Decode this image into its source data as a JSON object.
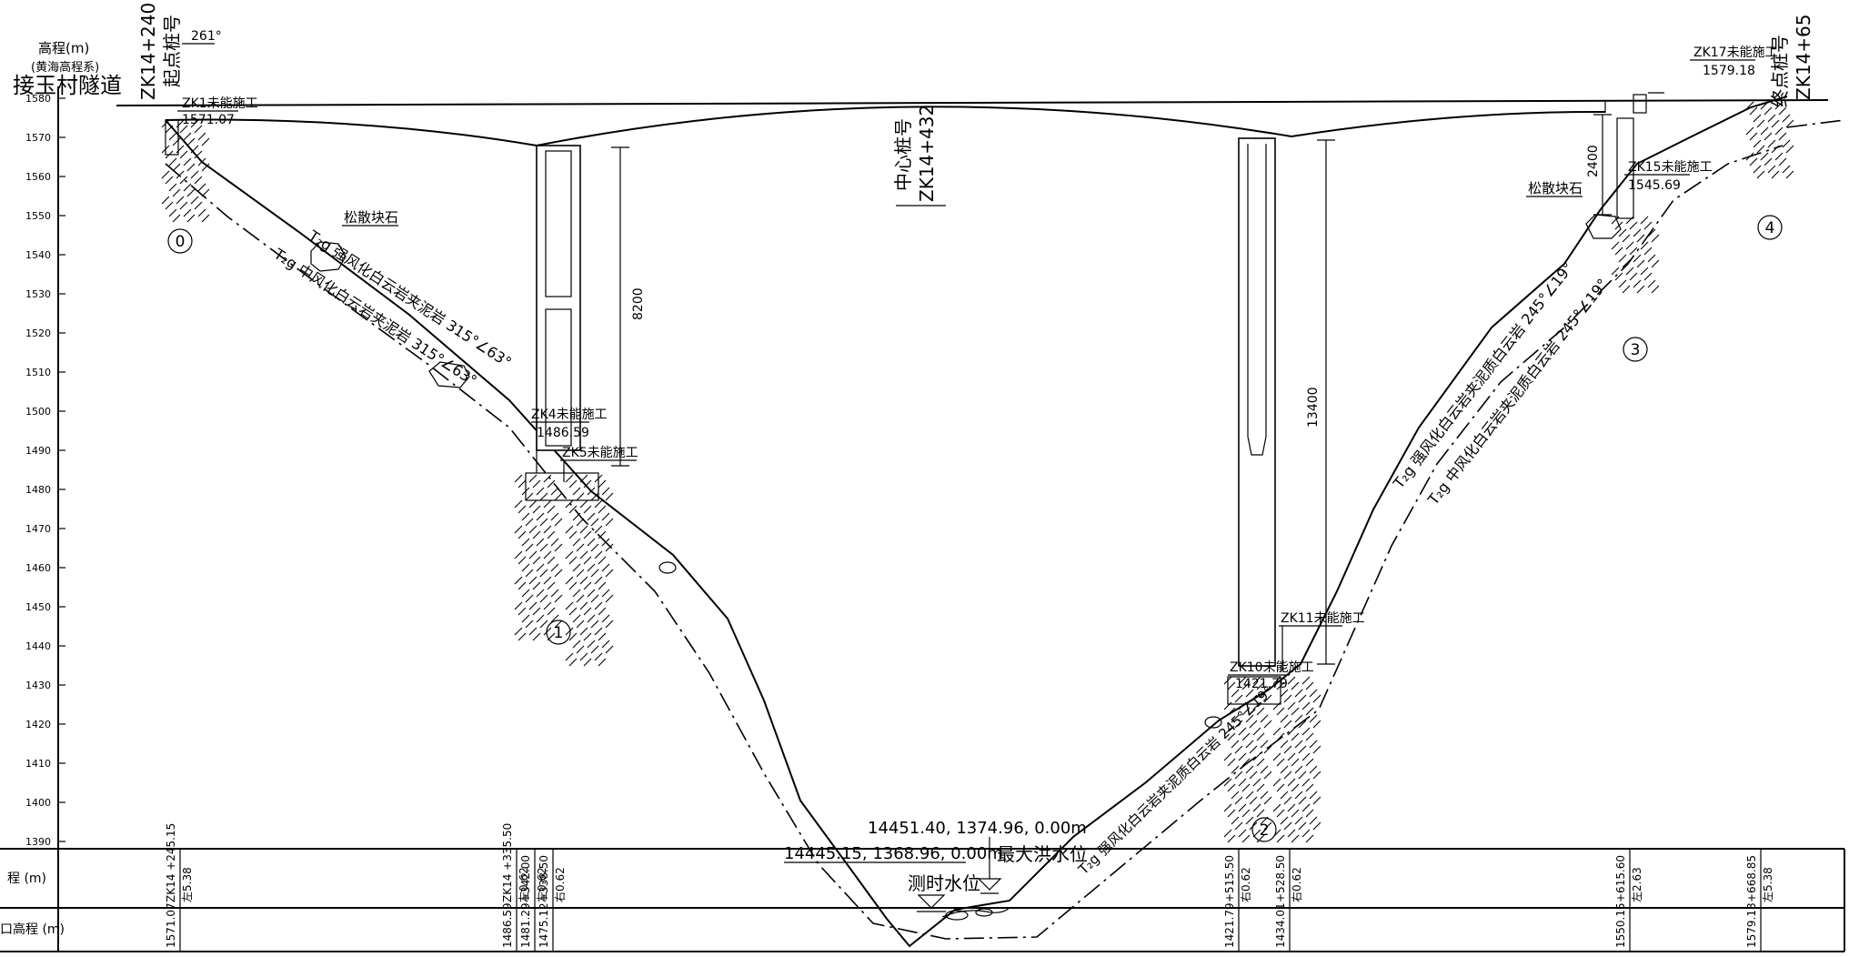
{
  "axis": {
    "title": "高程(m)",
    "subtitle": "(黄海高程系)",
    "ticks": [
      "1580",
      "1570",
      "1560",
      "1550",
      "1540",
      "1530",
      "1520",
      "1510",
      "1500",
      "1490",
      "1480",
      "1470",
      "1460",
      "1450",
      "1440",
      "1430",
      "1420",
      "1410",
      "1400",
      "1390"
    ]
  },
  "tunnel_label": "接玉村隧道",
  "start_station": {
    "code": "ZK14+240",
    "label": "起点桩号",
    "bearing": "261°"
  },
  "end_station": {
    "code": "ZK14+65",
    "label": "终点桩号"
  },
  "center_station": {
    "label": "中心桩号",
    "code": "ZK14+432"
  },
  "boreholes": [
    {
      "id": "zk1",
      "name": "ZK1未能施工",
      "elev": "1571.07"
    },
    {
      "id": "zk4",
      "name": "ZK4未能施工",
      "elev": "1486.59"
    },
    {
      "id": "zk5",
      "name": "ZK5未能施工",
      "elev": ""
    },
    {
      "id": "zk10",
      "name": "ZK10未能施工",
      "elev": "1421.79"
    },
    {
      "id": "zk11",
      "name": "ZK11未能施工",
      "elev": ""
    },
    {
      "id": "zk15",
      "name": "ZK15未能施工",
      "elev": "1545.69"
    },
    {
      "id": "zk17",
      "name": "ZK17未能施工",
      "elev": "1579.18"
    }
  ],
  "loose_rock": "松散块石",
  "strata": {
    "left_upper": "T₂g 强风化白云岩夹泥岩 315°∠63°",
    "left_lower": "T₂g 中风化白云岩夹泥岩 315°∠63°",
    "right_upper": "T₂g 强风化白云岩夹泥质白云岩 245°∠19°",
    "right_lower": "T₂g 中风化白云岩夹泥质白云岩 245°∠19°"
  },
  "dimensions": {
    "left_pier": "8200",
    "right_pier": "13400",
    "right_abutment": "2400"
  },
  "piers": [
    "0",
    "1",
    "2",
    "3",
    "4"
  ],
  "water": {
    "flood_coords": "14451.40, 1374.96, 0.00m",
    "survey_coords": "14445.15, 1368.96, 0.00m",
    "flood_label": "最大洪水位",
    "survey_label": "测时水位"
  },
  "table": {
    "row1_label": "程 (m)",
    "row2_label": "口高程 (m)",
    "cols": [
      {
        "id": "c1",
        "station": "ZK14 +245.15",
        "offset": "左5.38",
        "elev": "1571.07"
      },
      {
        "id": "c2a",
        "station": "ZK14 +335.50",
        "offset": "左0.62",
        "elev": "1486.59"
      },
      {
        "id": "c2b",
        "station": "+342.00",
        "offset": "左0.62",
        "elev": "1481.29"
      },
      {
        "id": "c2c",
        "station": "+338.50",
        "offset": "右0.62",
        "elev": "1475.12"
      },
      {
        "id": "c3",
        "station": "+515.50",
        "offset": "右0.62",
        "elev": "1421.79"
      },
      {
        "id": "c4",
        "station": "+528.50",
        "offset": "右0.62",
        "elev": "1434.01"
      },
      {
        "id": "c5",
        "station": "+615.60",
        "offset": "左2.63",
        "elev": "1550.15"
      },
      {
        "id": "c6",
        "station": "+668.85",
        "offset": "左5.38",
        "elev": "1579.18"
      }
    ]
  }
}
